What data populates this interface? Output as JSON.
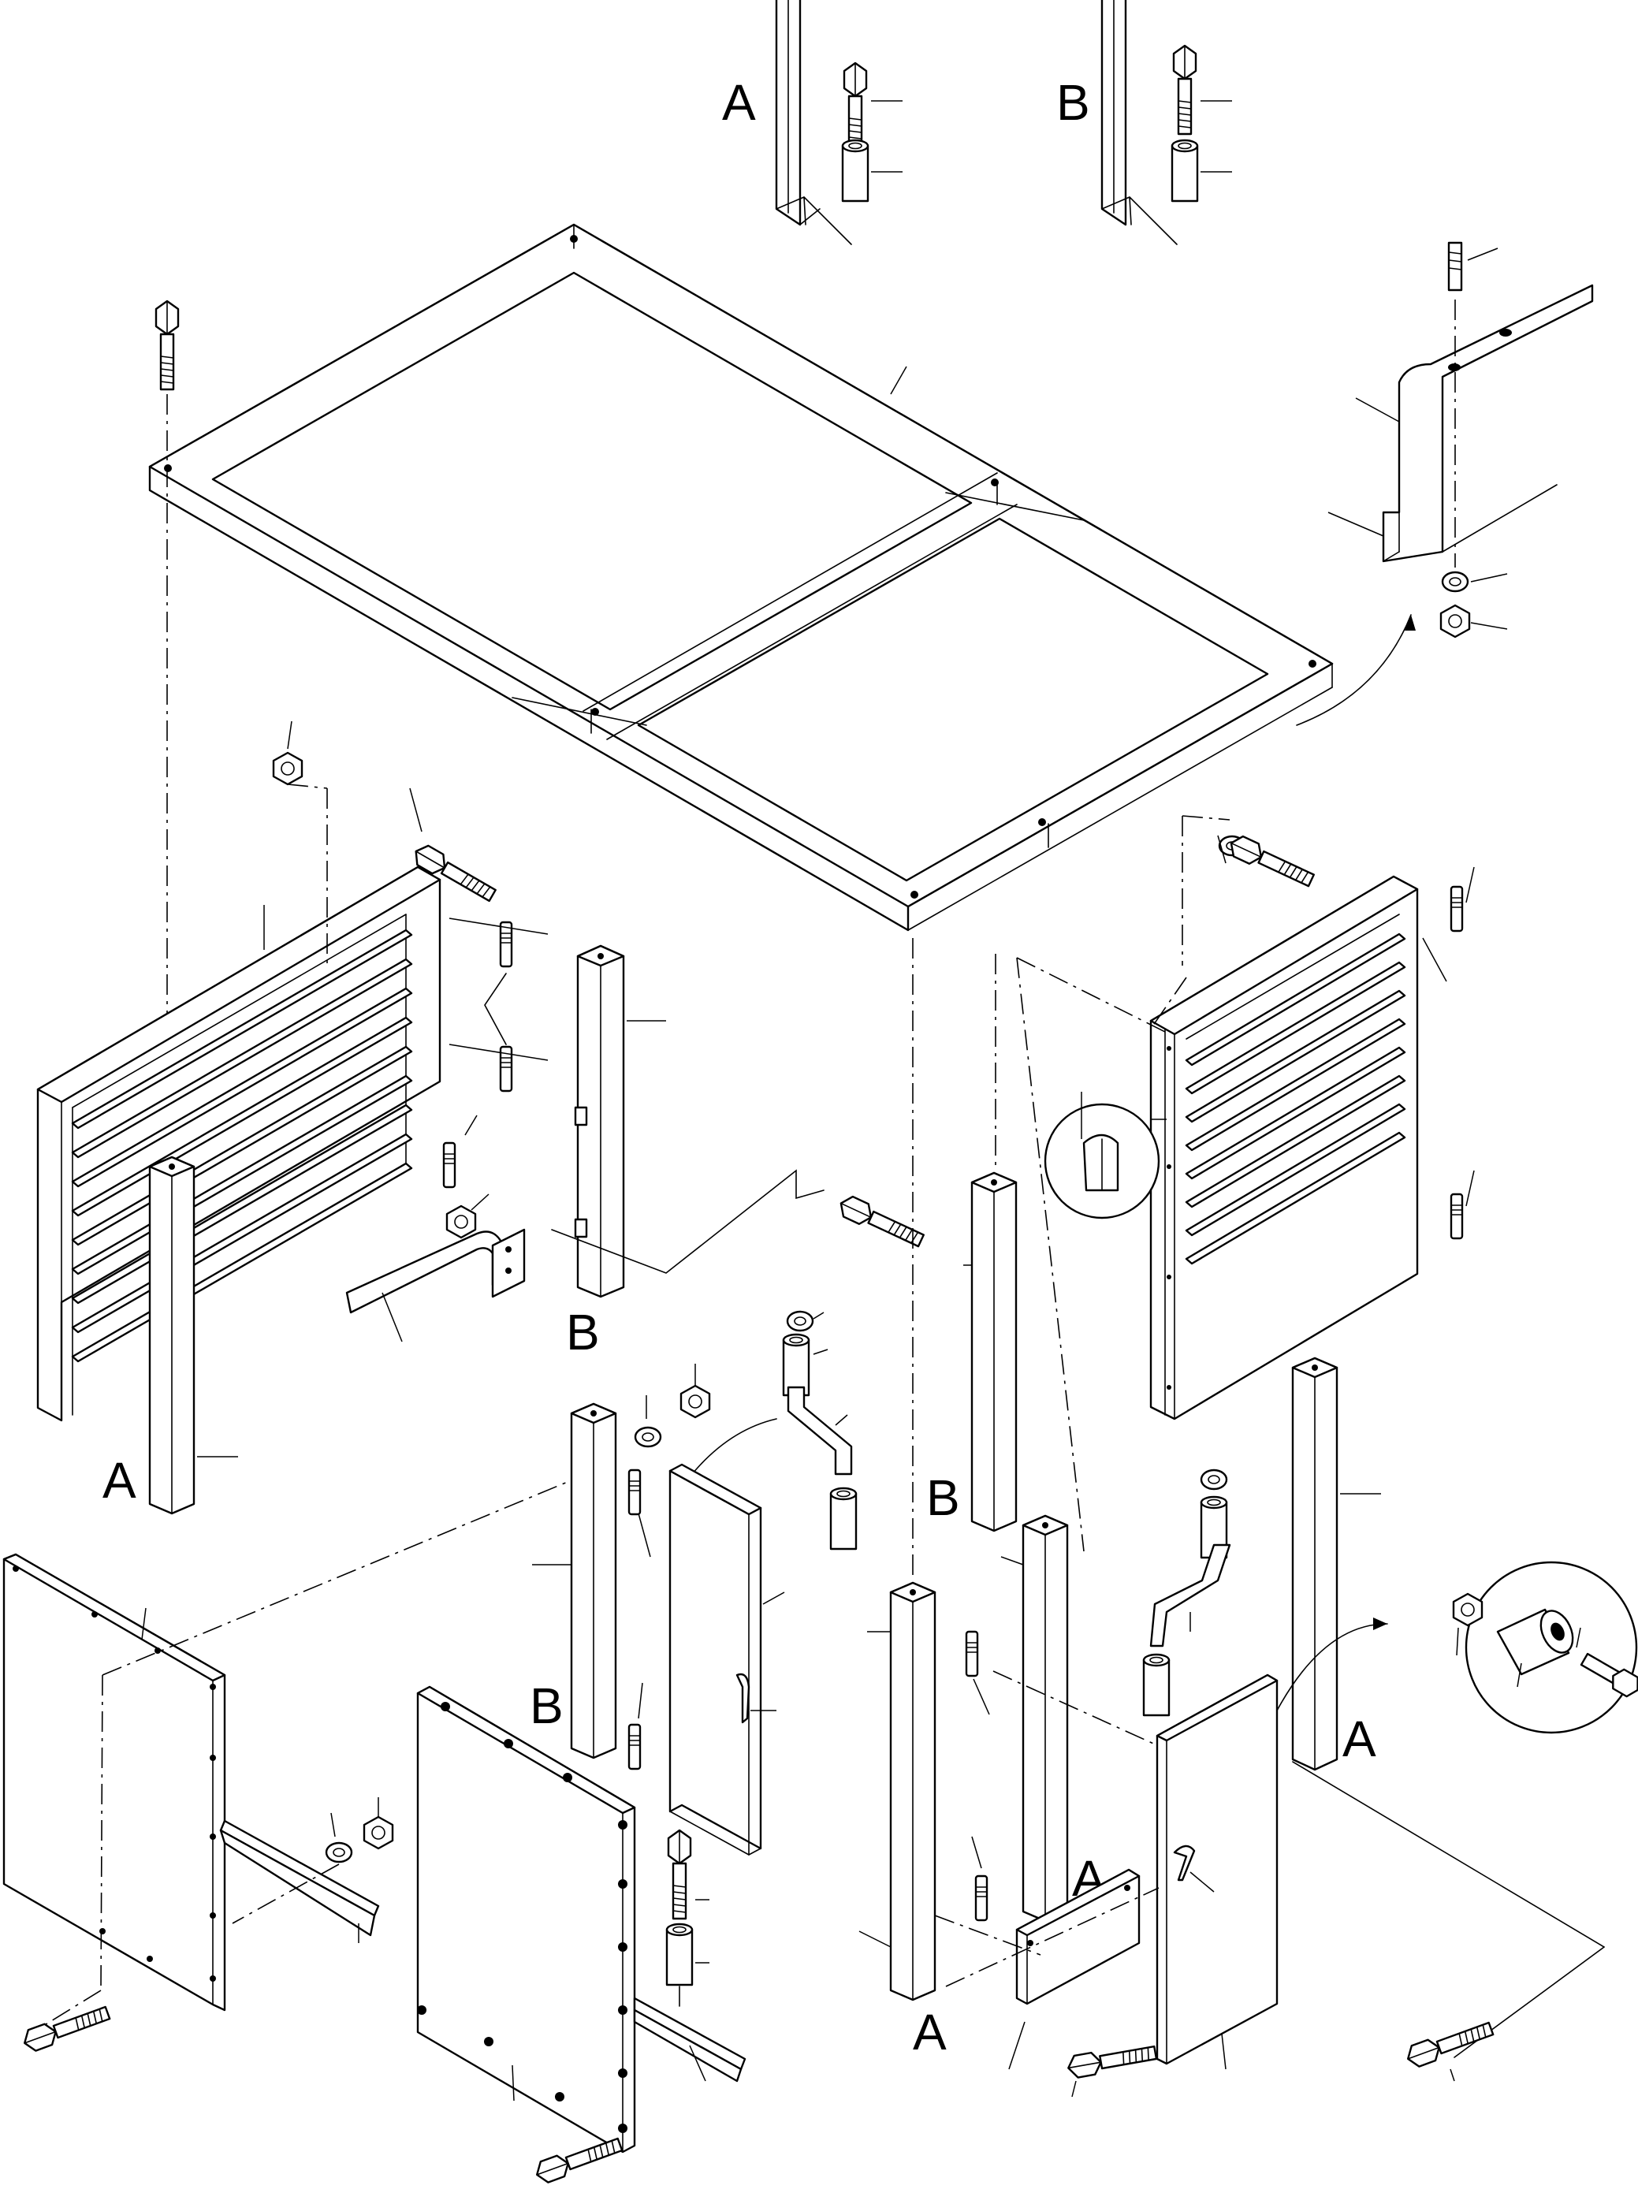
{
  "callouts": {
    "top_left": "A",
    "top_right": "B",
    "mid_left_post": "A",
    "mid_rail": "B",
    "center_post": "B",
    "right_post": "A",
    "lower_left_post": "B",
    "lower_center_post": "A",
    "bottom_center_post": "A"
  }
}
